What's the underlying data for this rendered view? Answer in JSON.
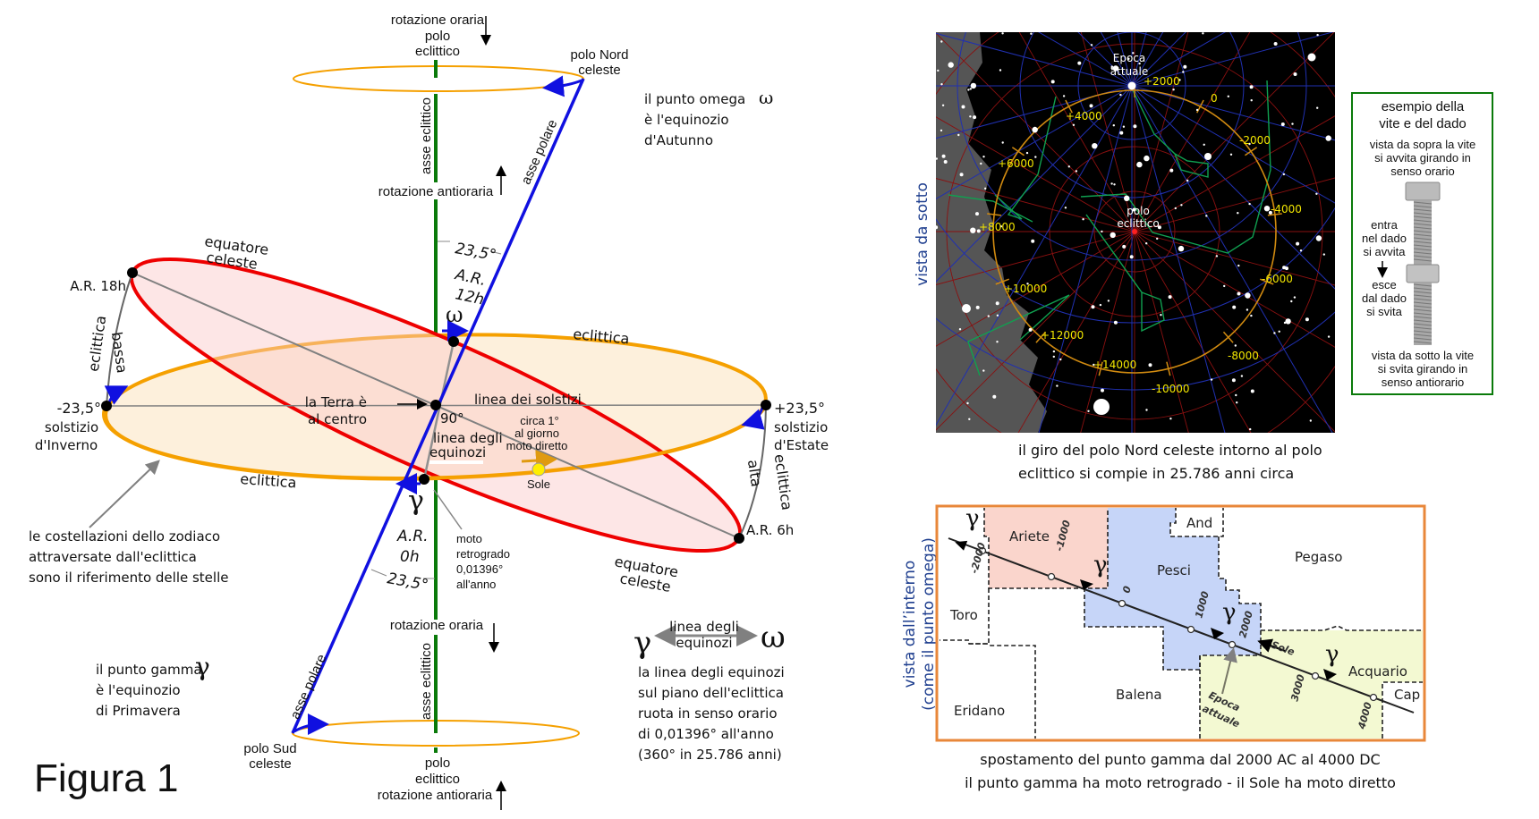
{
  "figure": {
    "title": "Figura 1",
    "colors": {
      "ecliptic_axis": "#0a7a0a",
      "polar_axis": "#1010e0",
      "ecliptic": "#f5a000",
      "ecliptic_fill": "#fdf0dc",
      "equator": "#ee0000",
      "equator_fill": "#fde6e6",
      "sun": "#ffee00",
      "arc": "#777777",
      "star_map_frame": "#0a7a0a",
      "constellation_frame": "#e8873a"
    },
    "left_diagram": {
      "top_pole": {
        "rotation_top": "rotazione oraria",
        "pole_line1": "polo",
        "pole_line2": "eclittico",
        "axis_label": "asse eclittico",
        "rotation_bottom": "rotazione antioraria"
      },
      "north_pole": {
        "line1": "polo Nord",
        "line2": "celeste"
      },
      "polar_axis_label": "asse polare",
      "omega_note": {
        "line1": "il punto omega",
        "symbol": "ω",
        "line2": "è l'equinozio",
        "line3": "d'Autunno"
      },
      "angle_top": "23,5°",
      "ar_12h": {
        "line1": "A.R.",
        "line2": "12h"
      },
      "omega_symbol": "ω",
      "equator_label_top": {
        "line1": "equatore",
        "line2": "celeste"
      },
      "ar_18h": "A.R. 18h",
      "ecliptic_low": {
        "line1": "eclittica",
        "line2": "bassa"
      },
      "winter": {
        "angle": "-23,5°",
        "line1": "solstizio",
        "line2": "d'Inverno"
      },
      "earth": {
        "line1": "la Terra è",
        "line2": "al centro",
        "angle": "90°"
      },
      "solstice_line": "linea dei solstizi",
      "equinox_line": {
        "line1": "linea degli",
        "line2": "equinozi"
      },
      "sun_motion": {
        "line1": "circa 1°",
        "line2": "al giorno",
        "line3": "moto diretto"
      },
      "sun_label": "Sole",
      "ecliptic_top_label": "eclittica",
      "ecliptic_bottom_label": "eclittica",
      "summer": {
        "angle": "+23,5°",
        "line1": "solstizio",
        "line2": "d'Estate"
      },
      "ecliptic_high": {
        "line1": "eclittica",
        "line2": "alta"
      },
      "ar_6h": "A.R. 6h",
      "equator_label_bottom": {
        "line1": "equatore",
        "line2": "celeste"
      },
      "gamma_symbol": "γ",
      "ar_0h": {
        "line1": "A.R.",
        "line2": "0h"
      },
      "angle_bottom": "23,5°",
      "retrograde": {
        "line1": "moto",
        "line2": "retrogrado",
        "line3": "0,01396°",
        "line4": "all'anno"
      },
      "zodiac_note": {
        "line1": "le costellazioni dello zodiaco",
        "line2": "attraversate dall'eclittica",
        "line3": "sono il riferimento delle stelle"
      },
      "gamma_note": {
        "line1": "il punto gamma",
        "symbol": "γ",
        "line2": "è l'equinozio",
        "line3": "di Primavera"
      },
      "bottom_pole": {
        "rotation_top": "rotazione oraria",
        "axis_label": "asse eclittico",
        "pole_line1": "polo",
        "pole_line2": "eclittico",
        "rotation_bottom": "rotazione antioraria"
      },
      "south_pole": {
        "line1": "polo Sud",
        "line2": "celeste"
      },
      "equinox_legend": {
        "gamma": "γ",
        "omega": "ω",
        "arrow_line1": "linea degli",
        "arrow_line2": "equinozi",
        "text1": "la linea degli equinozi",
        "text2": "sul piano dell'eclittica",
        "text3": "ruota in senso orario",
        "text4": "di 0,01396° all'anno",
        "text5": "(360° in 25.786 anni)"
      }
    },
    "star_map": {
      "side_label": "vista da sotto",
      "current_epoch": {
        "line1": "Epoca",
        "line2": "attuale"
      },
      "ecliptic_pole": {
        "line1": "polo",
        "line2": "eclittico"
      },
      "years": [
        "+2000",
        "0",
        "-2000",
        "-4000",
        "-6000",
        "-8000",
        "-10000",
        "+14000",
        "+12000",
        "+10000",
        "+8000",
        "+6000",
        "+4000"
      ],
      "caption_line1": "il giro del polo Nord celeste intorno al polo",
      "caption_line2": "eclittico si compie in 25.786 anni circa"
    },
    "screw_example": {
      "title1": "esempio della",
      "title2": "vite e del dado",
      "top1": "vista da sopra la vite",
      "top2": "si avvita girando in",
      "top3": "senso orario",
      "in1": "entra",
      "in2": "nel dado",
      "in3": "si avvita",
      "out1": "esce",
      "out2": "dal dado",
      "out3": "si svita",
      "bottom1": "vista da sotto la vite",
      "bottom2": "si svita girando in",
      "bottom3": "senso antiorario"
    },
    "constellation_map": {
      "side_label1": "vista dall’interno",
      "side_label2": "(come il punto omega)",
      "constellations": [
        "Ariete",
        "And",
        "Pesci",
        "Pegaso",
        "Toro",
        "Balena",
        "Acquario",
        "Eridano",
        "Cap"
      ],
      "year_ticks": [
        "-2000",
        "-1000",
        "0",
        "1000",
        "2000",
        "3000",
        "4000"
      ],
      "sun_label": "Sole",
      "current_epoch": {
        "line1": "Epoca",
        "line2": "attuale"
      },
      "gamma": "γ",
      "caption_line1": "spostamento del punto gamma dal 2000 AC al 4000 DC",
      "caption_line2": "il punto gamma ha moto retrogrado - il Sole ha moto diretto"
    }
  }
}
